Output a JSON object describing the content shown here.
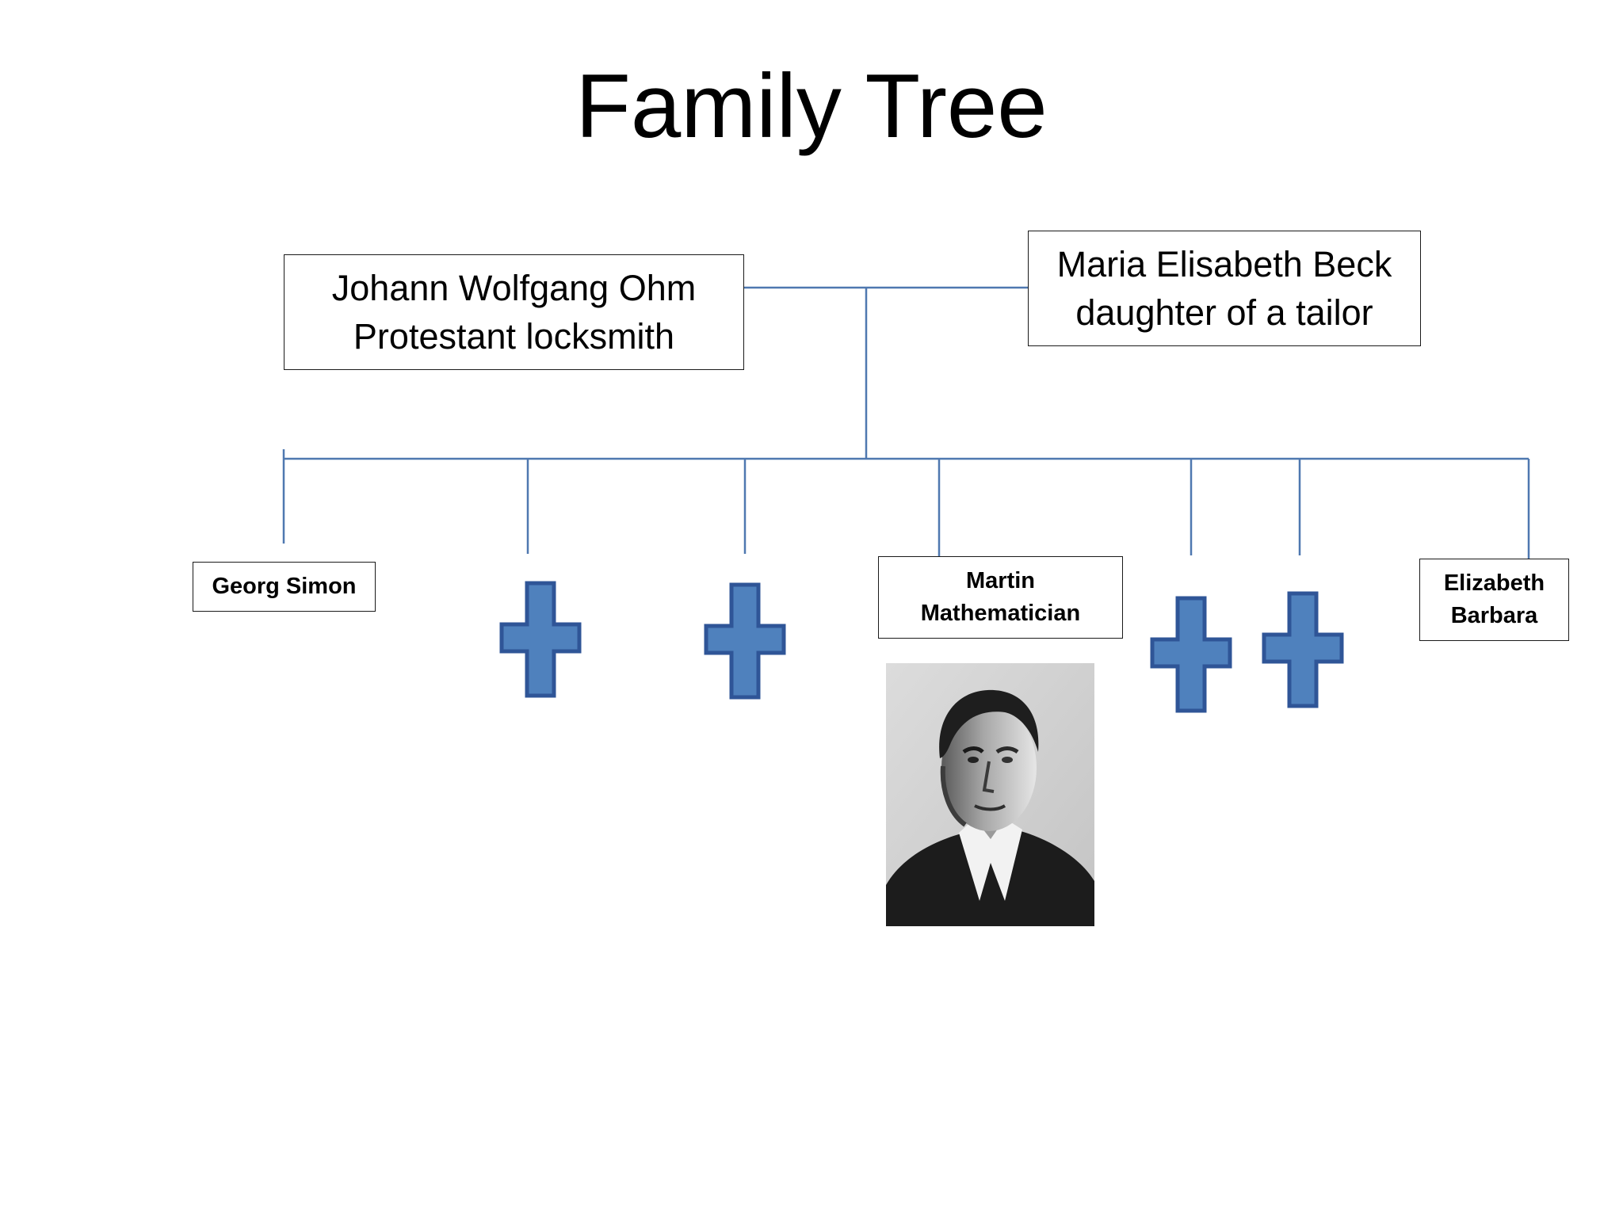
{
  "title": "Family Tree",
  "parents": {
    "father": {
      "name": "Johann Wolfgang Ohm",
      "description": "Protestant locksmith"
    },
    "mother": {
      "name": "Maria Elisabeth Beck",
      "description": "daughter of a tailor"
    }
  },
  "children": {
    "georg": {
      "line1": "Georg Simon"
    },
    "martin": {
      "line1": "Martin",
      "line2": "Mathematician"
    },
    "elizabeth": {
      "line1": "Elizabeth",
      "line2": "Barbara"
    }
  },
  "deceased_children_count": 4,
  "colors": {
    "connector": "#4f78b0",
    "cross_fill": "#4f81bd",
    "cross_stroke": "#2f5597",
    "box_border": "#1a1a1a"
  }
}
